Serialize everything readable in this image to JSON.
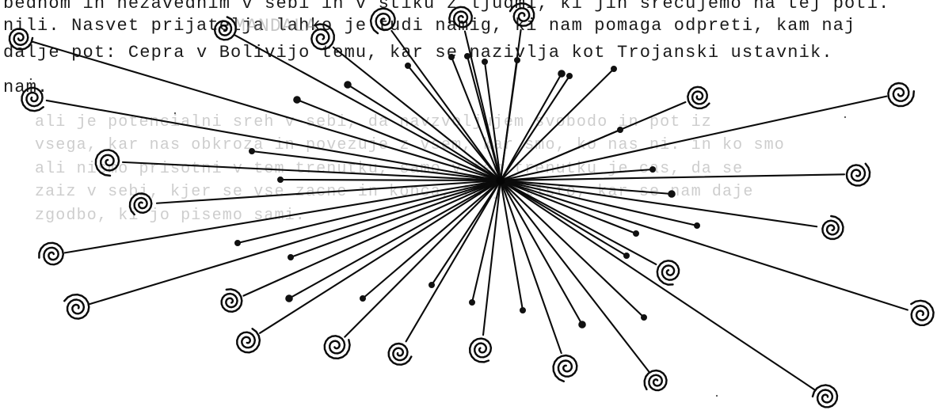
{
  "document": {
    "lines": [
      "bednom in nezavednim v sebi in v stiku z ljudmi, ki jih srecujemo na tej poti.",
      "nili. Nasvet prijatelja lahko je tudi namig, ki nam pomaga odpreti, kam naj",
      "dalje pot: Cepra v Bolivijo temu, kar se nazivlja kot Trojanski ustavnik.",
      "nam.",
      "MANDALA",
      "ali je potencialni sreh v sebi, da navzvoljujem svobodo in pot iz",
      "vsega, kar nas obkroza in povezuje z vsem, kar smo, ko nas ni. in ko smo",
      "ali nismo prisotni v tem trenutku, samo v tem trenutku je cas, da se",
      "zaiz v sebi, kjer se vse zacne in konca, tu je tisto, kar se nam daje",
      "zgodbo, ki jo pisemo sami."
    ]
  },
  "illustration": {
    "title": "",
    "ink_color": "#0b0b0b"
  }
}
